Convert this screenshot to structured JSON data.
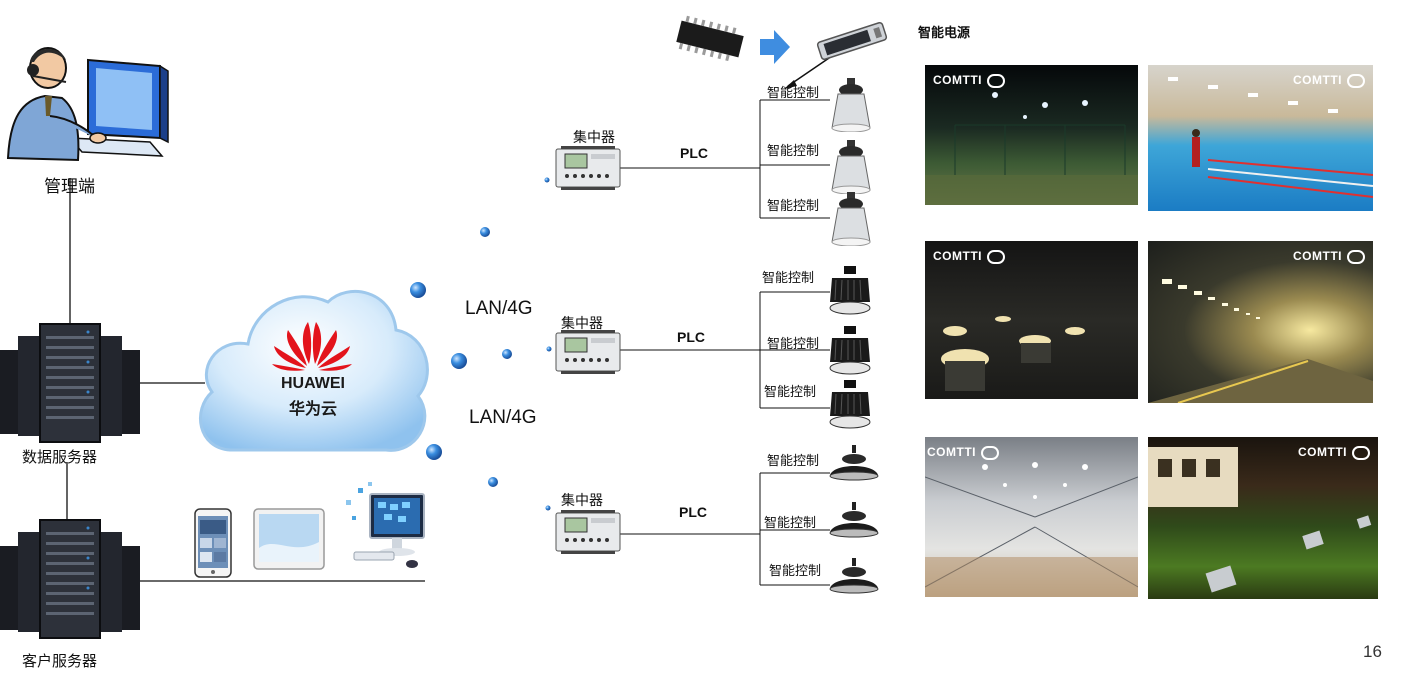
{
  "labels": {
    "admin": "管理端",
    "data_server": "数据服务器",
    "client_server": "客户服务器",
    "smart_power": "智能电源",
    "concentrator": "集中器",
    "plc": "PLC",
    "network": "LAN/4G",
    "smart_control": "智能控制"
  },
  "cloud": {
    "brand": "HUAWEI",
    "name": "华为云",
    "logo_color": "#e3141c"
  },
  "photos": {
    "brand": "COMTTI"
  },
  "page_number": "16",
  "colors": {
    "sphere": "#3a8ee0",
    "line": "#111111"
  }
}
